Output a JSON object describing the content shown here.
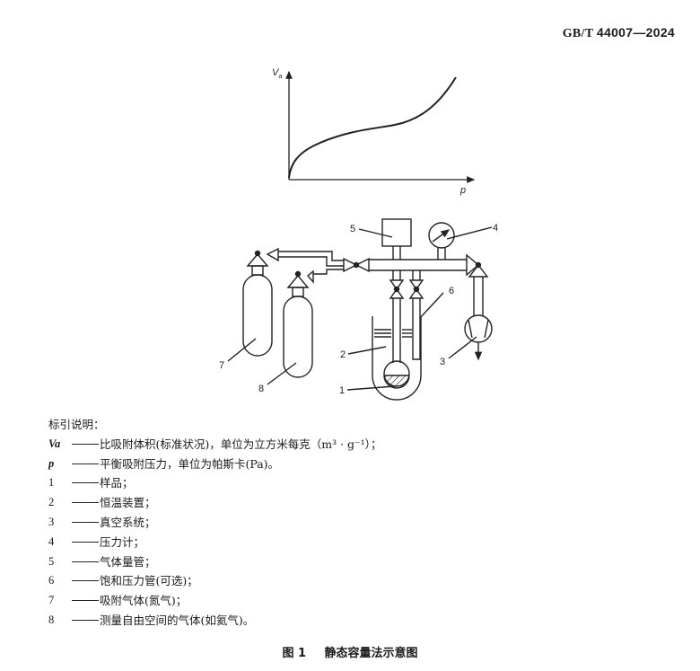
{
  "header": {
    "standard_prefix": "GB/T",
    "standard_number": "44007—2024"
  },
  "chart_data": {
    "type": "line",
    "title": "",
    "xlabel": "p",
    "ylabel": "Va",
    "description": "Schematic adsorption isotherm (type II), no numeric ticks",
    "x": [
      0,
      0.05,
      0.15,
      0.3,
      0.45,
      0.6,
      0.72,
      0.85,
      0.95,
      1.0
    ],
    "values": [
      0,
      0.25,
      0.38,
      0.46,
      0.52,
      0.56,
      0.62,
      0.75,
      0.9,
      1.0
    ],
    "grid": false
  },
  "diagram": {
    "labels": [
      "1",
      "2",
      "3",
      "4",
      "5",
      "6",
      "7",
      "8"
    ]
  },
  "legend": {
    "title": "标引说明：",
    "items": [
      {
        "symbol": "Va",
        "text": "比吸附体积(标准状况)，单位为立方米每克（m³ · g⁻¹）；"
      },
      {
        "symbol": "p",
        "text": "平衡吸附压力，单位为帕斯卡(Pa)。"
      },
      {
        "symbol": "1",
        "text": "样品；"
      },
      {
        "symbol": "2",
        "text": "恒温装置；"
      },
      {
        "symbol": "3",
        "text": "真空系统；"
      },
      {
        "symbol": "4",
        "text": "压力计；"
      },
      {
        "symbol": "5",
        "text": "气体量管；"
      },
      {
        "symbol": "6",
        "text": "饱和压力管(可选)；"
      },
      {
        "symbol": "7",
        "text": "吸附气体(氮气)；"
      },
      {
        "symbol": "8",
        "text": "测量自由空间的气体(如氦气)。"
      }
    ]
  },
  "caption": {
    "figure_no": "图 1",
    "title": "静态容量法示意图"
  }
}
